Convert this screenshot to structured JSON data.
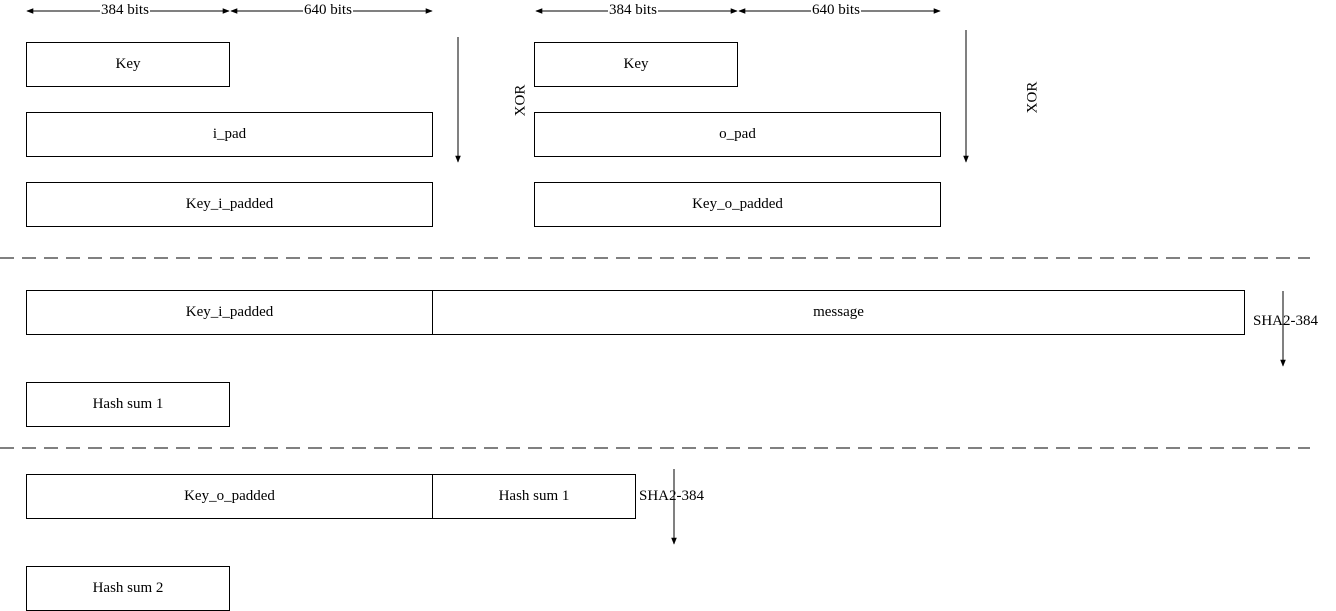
{
  "section_1": {
    "left": {
      "dim_key": "384 bits",
      "dim_pad": "640 bits",
      "key": "Key",
      "pad": "i_pad",
      "result": "Key_i_padded",
      "op": "XOR"
    },
    "right": {
      "dim_key": "384 bits",
      "dim_pad": "640 bits",
      "key": "Key",
      "pad": "o_pad",
      "result": "Key_o_padded",
      "op": "XOR"
    }
  },
  "section_2": {
    "block_a": "Key_i_padded",
    "block_b": "message",
    "op": "SHA2-384",
    "output": "Hash sum 1"
  },
  "section_3": {
    "block_a": "Key_o_padded",
    "block_b": "Hash sum 1",
    "op": "SHA2-384",
    "output": "Hash sum 2"
  }
}
